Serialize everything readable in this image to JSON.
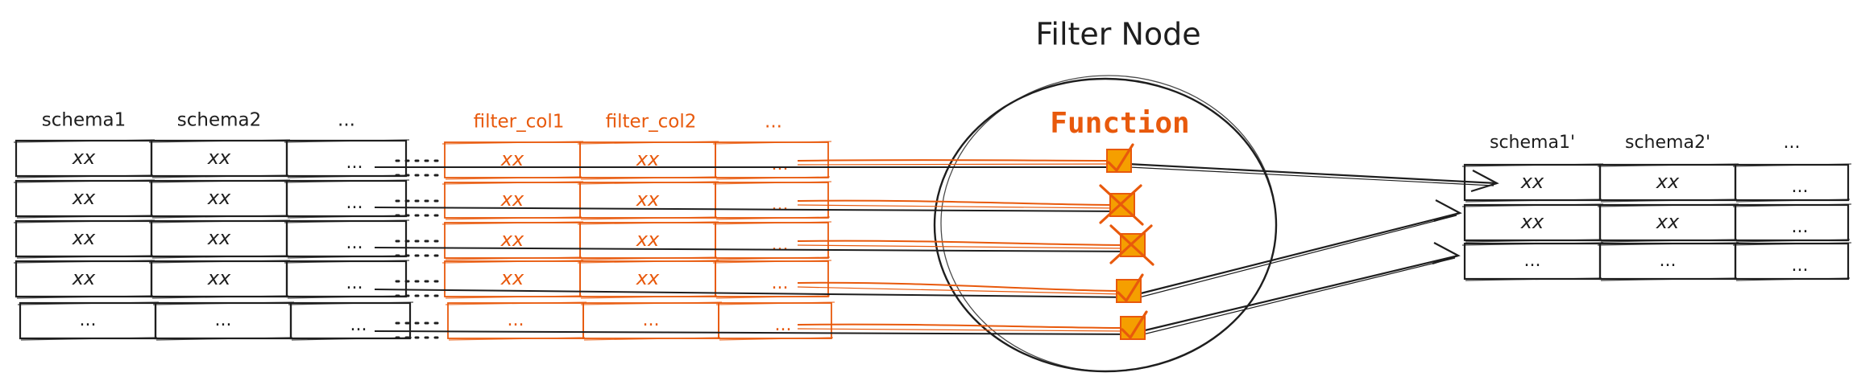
{
  "title": "Filter Node",
  "function_label": "Function",
  "colors": {
    "ink": "#1e1e1e",
    "accent": "#e8590c",
    "box_fill": "#f59f00"
  },
  "input_table": {
    "headers": [
      "schema1",
      "schema2",
      "..."
    ],
    "rows": [
      [
        "xx",
        "xx",
        "..."
      ],
      [
        "xx",
        "xx",
        "..."
      ],
      [
        "xx",
        "xx",
        "..."
      ],
      [
        "xx",
        "xx",
        "..."
      ],
      [
        "...",
        "...",
        "..."
      ]
    ]
  },
  "filter_table": {
    "headers": [
      "filter_col1",
      "filter_col2",
      "..."
    ],
    "rows": [
      [
        "xx",
        "xx",
        "..."
      ],
      [
        "xx",
        "xx",
        "..."
      ],
      [
        "xx",
        "xx",
        "..."
      ],
      [
        "xx",
        "xx",
        "..."
      ],
      [
        "...",
        "...",
        "..."
      ]
    ]
  },
  "output_table": {
    "headers": [
      "schema1'",
      "schema2'",
      "..."
    ],
    "rows": [
      [
        "xx",
        "xx",
        "..."
      ],
      [
        "xx",
        "xx",
        "..."
      ],
      [
        "...",
        "...",
        "..."
      ]
    ]
  },
  "filter_results": [
    "pass",
    "reject",
    "reject",
    "pass",
    "pass"
  ],
  "connector_glyph": ":"
}
